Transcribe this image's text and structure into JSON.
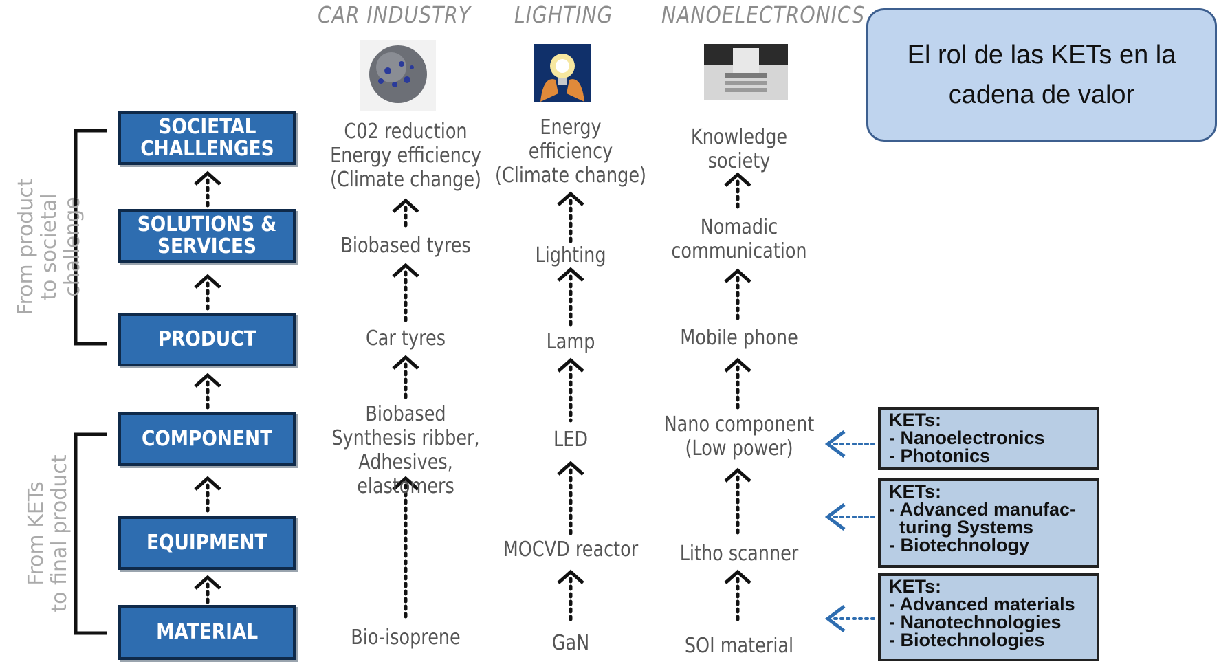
{
  "title_box": {
    "text": "El rol de las KETs en la cadena de valor"
  },
  "columns": {
    "car": "CAR INDUSTRY",
    "lighting": "LIGHTING",
    "nano": "NANOELECTRONICS"
  },
  "stages": {
    "societal": "SOCIETAL\nCHALLENGES",
    "solutions": "SOLUTIONS &\nSERVICES",
    "product": "PRODUCT",
    "component": "COMPONENT",
    "equipment": "EQUIPMENT",
    "material": "MATERIAL"
  },
  "side_labels": {
    "upper": "From product\nto societal challenge",
    "lower": "From KETs\nto final product"
  },
  "car": {
    "societal": "C02 reduction\nEnergy efficiency\n(Climate change)",
    "solutions": "Biobased tyres",
    "product": "Car tyres",
    "component": "Biobased\nSynthesis ribber,\nAdhesives, elastomers",
    "material": "Bio-isoprene"
  },
  "lighting": {
    "societal": "Energy\nefficiency\n(Climate change)",
    "solutions": "Lighting",
    "product": "Lamp",
    "component": "LED",
    "equipment": "MOCVD reactor",
    "material": "GaN"
  },
  "nano": {
    "societal": "Knowledge\nsociety",
    "solutions": "Nomadic\ncommunication",
    "product": "Mobile phone",
    "component": "Nano component\n(Low power)",
    "equipment": "Litho scanner",
    "material": "SOI material"
  },
  "kets": {
    "component": [
      "KETs:",
      "- Nanoelectronics",
      "- Photonics"
    ],
    "equipment": [
      "KETs:",
      "- Advanced manufac-",
      "  turing Systems",
      "- Biotechnology"
    ],
    "material": [
      "KETs:",
      "- Advanced materials",
      "- Nanotechnologies",
      "- Biotechnologies"
    ]
  }
}
